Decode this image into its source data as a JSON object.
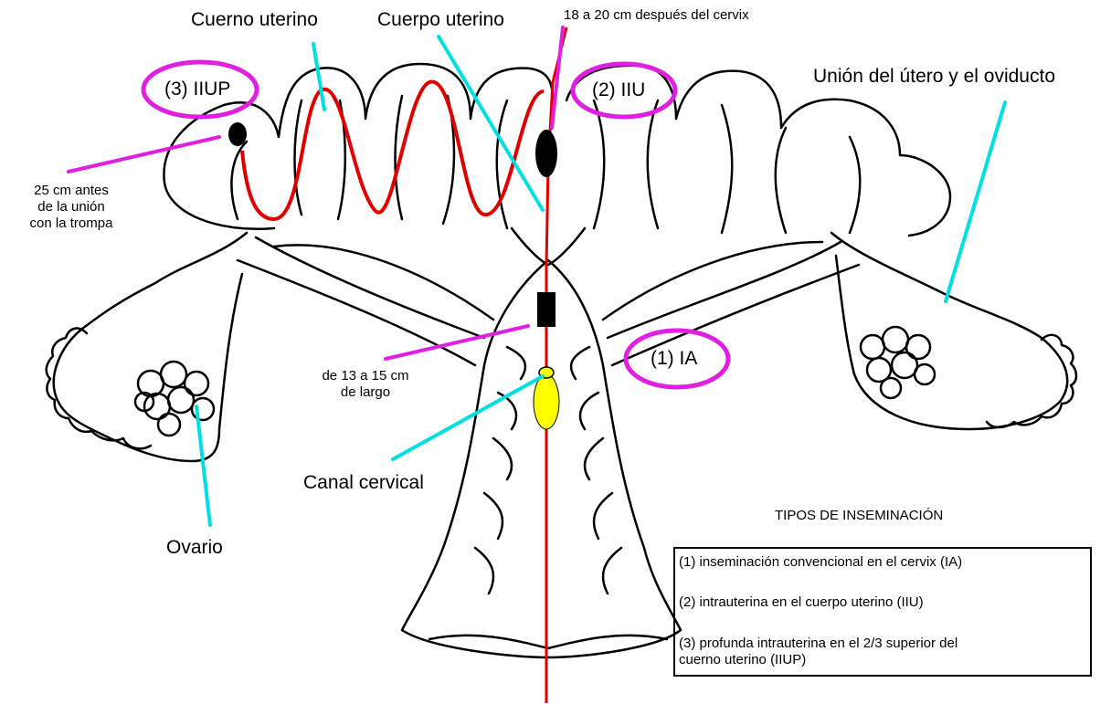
{
  "labels": {
    "cuerno_uterino": "Cuerno uterino",
    "cuerpo_uterino": "Cuerpo uterino",
    "distance_cervix": "18 a 20 cm después del cervix",
    "union": "Unión del útero y el oviducto",
    "before_union_1": "25 cm antes",
    "before_union_2": "de la unión",
    "before_union_3": "con la trompa",
    "length_1": "de 13 a 15 cm",
    "length_2": "de largo",
    "canal_cervical": "Canal cervical",
    "ovario": "Ovario"
  },
  "ovals": {
    "iiup": "(3) IIUP",
    "iiu": "(2) IIU",
    "ia": "(1) IA"
  },
  "legend": {
    "title": "TIPOS DE INSEMINACIÓN",
    "items": [
      "(1) inseminación convencional en el cervix (IA)",
      "(2) intrauterina en el cuerpo uterino (IIU)",
      "(3) profunda intrauterina en el 2/3 superior del",
      "cuerno uterino (IIUP)"
    ]
  },
  "colors": {
    "catheter": "#e00000",
    "oval": "#e020e0",
    "pointer_cyan": "#00e0e0",
    "pointer_magenta": "#e020e0",
    "cervical_marker": "#ffff00"
  }
}
